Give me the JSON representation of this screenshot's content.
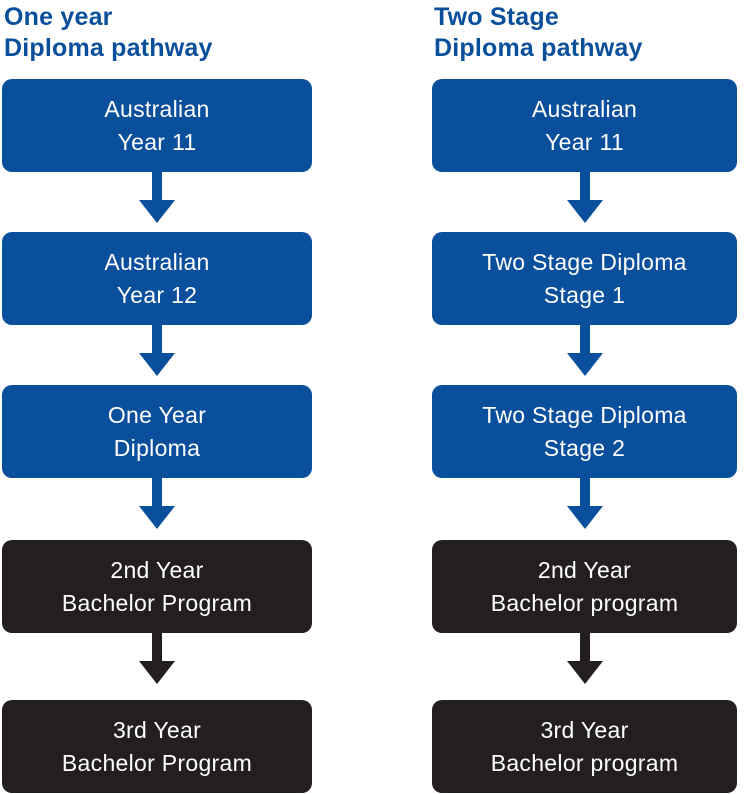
{
  "colors": {
    "blue": "#0a4f9c",
    "black": "#231f20",
    "box_text": "#ffffff",
    "background": "#ffffff"
  },
  "columns": [
    {
      "title": "One year\nDiploma pathway",
      "boxes": [
        {
          "label": "Australian\nYear 11",
          "type": "blue"
        },
        {
          "label": "Australian\nYear 12",
          "type": "blue"
        },
        {
          "label": "One Year\nDiploma",
          "type": "blue"
        },
        {
          "label": "2nd Year\nBachelor Program",
          "type": "black"
        },
        {
          "label": "3rd Year\nBachelor Program",
          "type": "black"
        }
      ],
      "arrows": [
        {
          "icon": "arrow-down-icon",
          "type": "blue"
        },
        {
          "icon": "arrow-down-icon",
          "type": "blue"
        },
        {
          "icon": "arrow-down-icon",
          "type": "blue"
        },
        {
          "icon": "arrow-down-icon",
          "type": "black"
        }
      ]
    },
    {
      "title": "Two Stage\nDiploma pathway",
      "boxes": [
        {
          "label": "Australian\nYear 11",
          "type": "blue"
        },
        {
          "label": "Two Stage Diploma\nStage 1",
          "type": "blue"
        },
        {
          "label": "Two Stage Diploma\nStage 2",
          "type": "blue"
        },
        {
          "label": "2nd Year\nBachelor program",
          "type": "black"
        },
        {
          "label": "3rd Year\nBachelor program",
          "type": "black"
        }
      ],
      "arrows": [
        {
          "icon": "arrow-down-icon",
          "type": "blue"
        },
        {
          "icon": "arrow-down-icon",
          "type": "blue"
        },
        {
          "icon": "arrow-down-icon",
          "type": "blue"
        },
        {
          "icon": "arrow-down-icon",
          "type": "black"
        }
      ]
    }
  ]
}
